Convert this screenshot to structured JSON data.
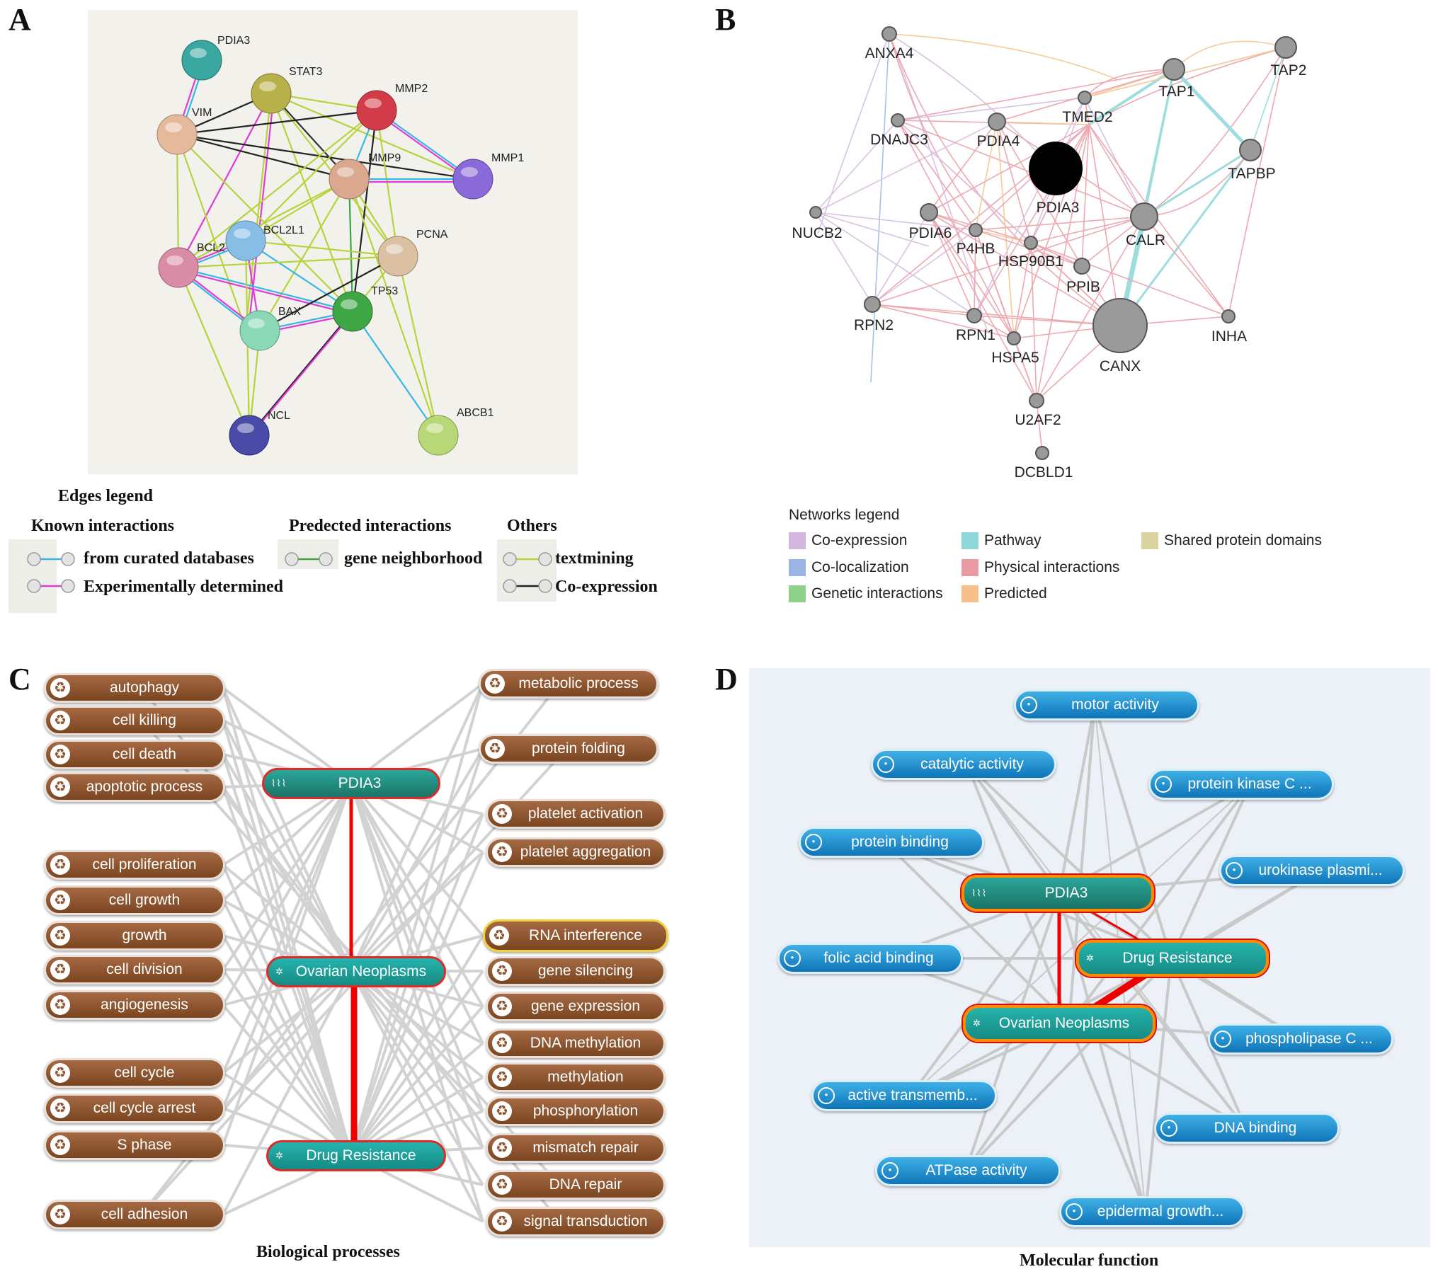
{
  "panels": {
    "a": {
      "letter": "A",
      "nodes": [
        {
          "id": "PDIA3",
          "label": "PDIA3",
          "color": "#3aa7a0"
        },
        {
          "id": "STAT3",
          "label": "STAT3",
          "color": "#b8b04a"
        },
        {
          "id": "MMP2",
          "label": "MMP2",
          "color": "#d23c48"
        },
        {
          "id": "VIM",
          "label": "VIM",
          "color": "#e5b99b"
        },
        {
          "id": "MMP9",
          "label": "MMP9",
          "color": "#d9a88f"
        },
        {
          "id": "MMP1",
          "label": "MMP1",
          "color": "#8a6ad8"
        },
        {
          "id": "BCL2L1",
          "label": "BCL2L1",
          "color": "#88bde6"
        },
        {
          "id": "BCL2",
          "label": "BCL2",
          "color": "#d88ca6"
        },
        {
          "id": "PCNA",
          "label": "PCNA",
          "color": "#dcc0a2"
        },
        {
          "id": "TP53",
          "label": "TP53",
          "color": "#3ea644"
        },
        {
          "id": "BAX",
          "label": "BAX",
          "color": "#8ad8b6"
        },
        {
          "id": "NCL",
          "label": "NCL",
          "color": "#4a4aa8"
        },
        {
          "id": "ABCB1",
          "label": "ABCB1",
          "color": "#b8d877"
        }
      ],
      "edges_legend": {
        "title": "Edges legend",
        "known": "Known interactions",
        "predicted": "Predected interactions",
        "others": "Others",
        "items": {
          "curated": "from curated databases",
          "experimental": "Experimentally  determined",
          "neighborhood": "gene neighborhood",
          "textmining": "textmining",
          "coexpression": "Co-expression"
        }
      }
    },
    "b": {
      "letter": "B",
      "nodes": [
        "ANXA4",
        "TAP2",
        "TAP1",
        "TMED2",
        "DNAJC3",
        "PDIA4",
        "PDIA3",
        "TAPBP",
        "NUCB2",
        "PDIA6",
        "P4HB",
        "HSP90B1",
        "CALR",
        "PPIB",
        "RPN2",
        "RPN1",
        "HSPA5",
        "CANX",
        "INHA",
        "U2AF2",
        "DCBLD1"
      ],
      "networks_legend": {
        "title": "Networks legend",
        "items": [
          {
            "label": "Co-expression",
            "color": "#d3b7e0"
          },
          {
            "label": "Pathway",
            "color": "#8fd6d8"
          },
          {
            "label": "Shared protein domains",
            "color": "#d9d3a2"
          },
          {
            "label": "Co-localization",
            "color": "#9ab4e3"
          },
          {
            "label": "Physical interactions",
            "color": "#ea9aa3"
          },
          {
            "label": "Genetic interactions",
            "color": "#8fd08a"
          },
          {
            "label": "Predicted",
            "color": "#f5c08a"
          }
        ]
      }
    },
    "c": {
      "letter": "C",
      "left": [
        "autophagy",
        "cell killing",
        "cell death",
        "apoptotic process",
        "cell proliferation",
        "cell growth",
        "growth",
        "cell division",
        "angiogenesis",
        "cell cycle",
        "cell cycle arrest",
        "S phase",
        "cell adhesion"
      ],
      "right": [
        "metabolic process",
        "protein folding",
        "platelet activation",
        "platelet aggregation",
        "RNA interference",
        "gene silencing",
        "gene expression",
        "DNA methylation",
        "methylation",
        "phosphorylation",
        "mismatch repair",
        "DNA repair",
        "signal transduction"
      ],
      "center": [
        "PDIA3",
        "Ovarian Neoplasms",
        "Drug Resistance"
      ],
      "caption": "Biological processes"
    },
    "d": {
      "letter": "D",
      "nodes": [
        "motor activity",
        "catalytic activity",
        "protein kinase C ...",
        "protein binding",
        "urokinase plasmi...",
        "folic acid binding",
        "phospholipase C ...",
        "active transmemb...",
        "DNA binding",
        "ATPase activity",
        "epidermal growth..."
      ],
      "center": [
        "PDIA3",
        "Drug Resistance",
        "Ovarian Neoplasms"
      ],
      "caption": "Molecular function"
    }
  },
  "icons": {
    "brown_pill": "recycle-icon",
    "blue_pill": "molecule-icon",
    "disease": "virus-icon",
    "gene": "dna-icon"
  }
}
